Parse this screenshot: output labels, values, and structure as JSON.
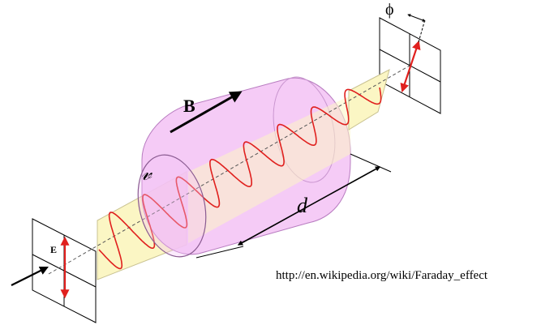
{
  "labels": {
    "magnetic_field": "B",
    "electric_field": "E",
    "verdet_constant": "𝓋",
    "path_length": "d",
    "rotation_angle": "ϕ"
  },
  "caption": "http://en.wikipedia.org/wiki/Faraday_effect",
  "colors": {
    "wave": "#e0201e",
    "cylinder_fill": "#f3c2f5",
    "cylinder_stroke": "#b87cc0",
    "plane_fill": "#fbf6c4",
    "plane_stroke": "#c9c291",
    "ink": "#000000"
  }
}
